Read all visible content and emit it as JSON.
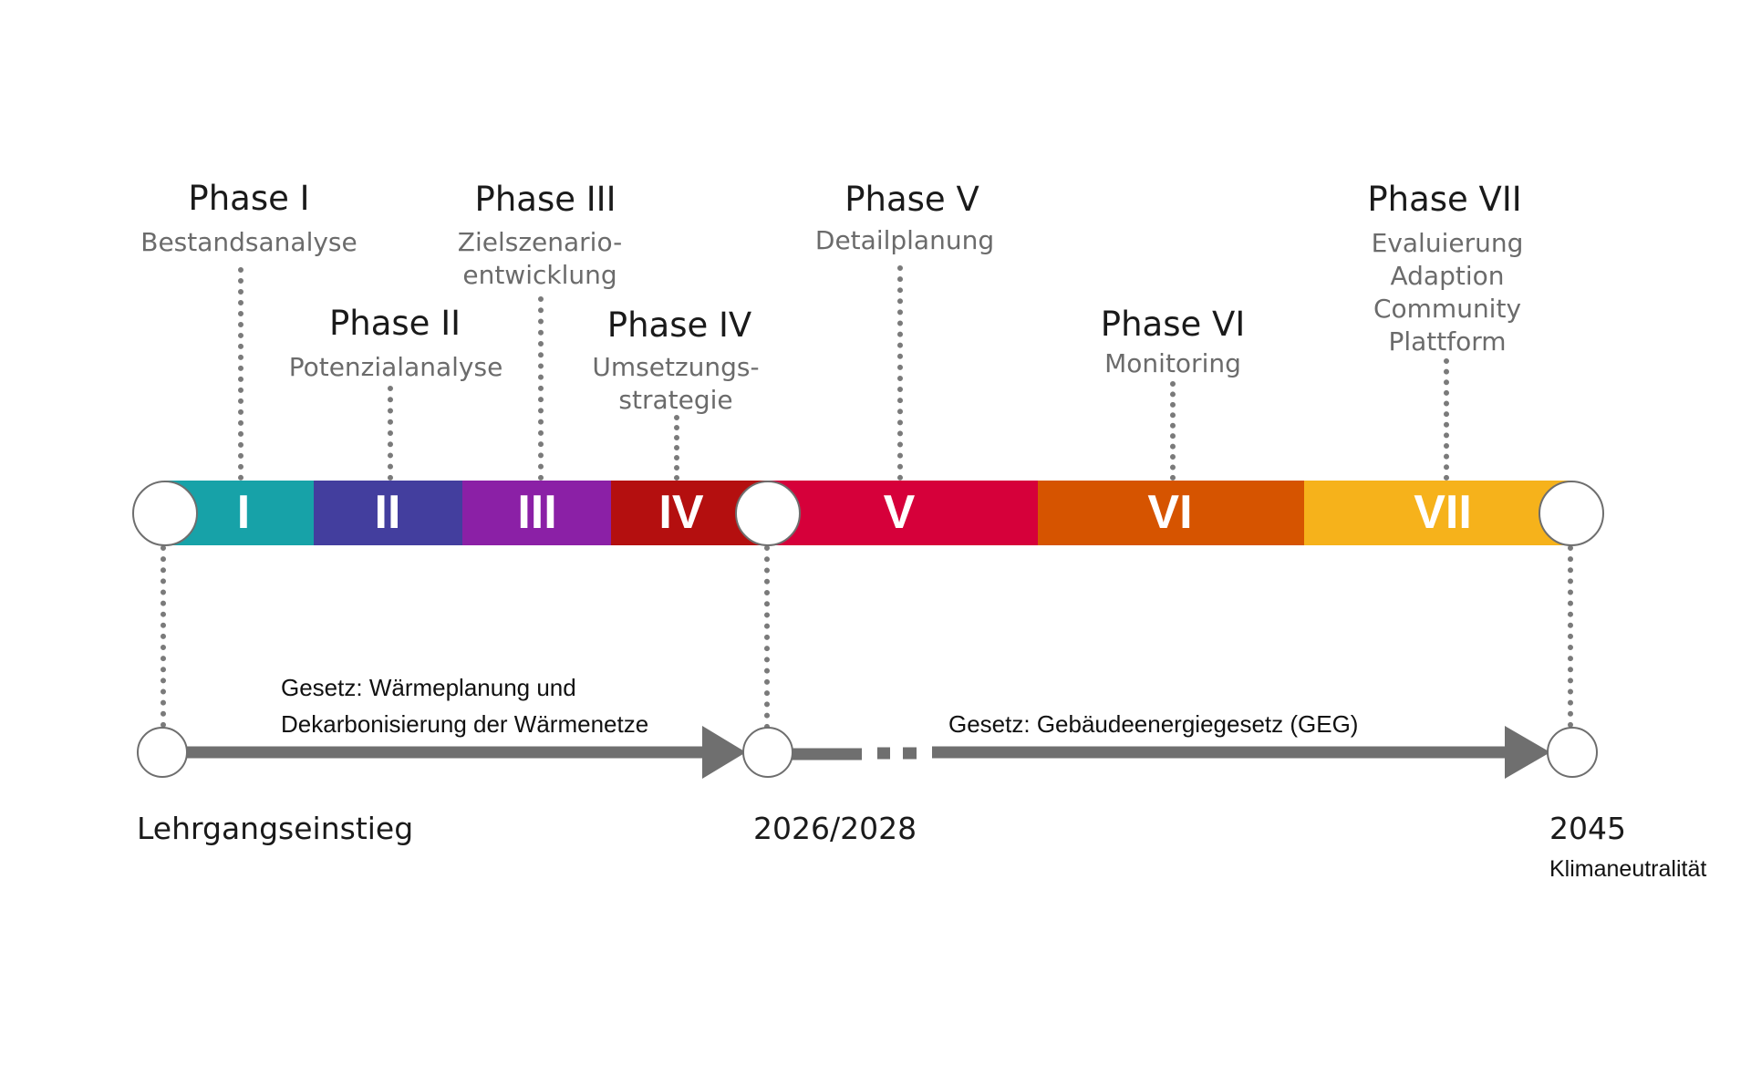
{
  "colors": {
    "phase_1": "#17a2a8",
    "phase_2": "#433e9e",
    "phase_3": "#8b20a6",
    "phase_4": "#b40f0f",
    "phase_5": "#d6003a",
    "phase_6": "#d65400",
    "phase_7": "#f6b21b",
    "arrow": "#6f6f6f",
    "dotted_line": "#7a7a7a"
  },
  "phases": [
    {
      "title": "Phase I",
      "description": "Bestandsanalyse",
      "numeral": "I"
    },
    {
      "title": "Phase II",
      "description": "Potenzialanalyse",
      "numeral": "II"
    },
    {
      "title": "Phase III",
      "description": "Zielszenario-\nentwicklung",
      "numeral": "III"
    },
    {
      "title": "Phase IV",
      "description": "Umsetzungs-\nstrategie",
      "numeral": "IV"
    },
    {
      "title": "Phase V",
      "description": "Detailplanung",
      "numeral": "V"
    },
    {
      "title": "Phase VI",
      "description": "Monitoring",
      "numeral": "VI"
    },
    {
      "title": "Phase VII",
      "description": "Evaluierung\nAdaption\nCommunity\nPlattform",
      "numeral": "VII"
    }
  ],
  "milestones": {
    "start": "Lehrgangseinstieg",
    "mid": "2026/2028",
    "end": "2045",
    "end_note": "Klimaneutralität"
  },
  "laws": {
    "first": "Gesetz: Wärmeplanung und\nDekarbonisierung der Wärmenetze",
    "second": "Gesetz: Gebäudeenergiegesetz (GEG)"
  }
}
